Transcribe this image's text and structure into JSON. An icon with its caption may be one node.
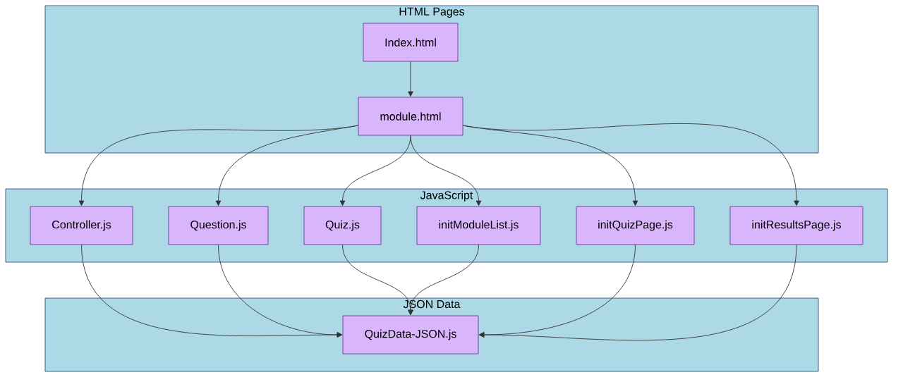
{
  "diagram": {
    "nodes": [
      {
        "text": [
          "HTML Pages"
        ]
      },
      {
        "text": [
          "Index.html"
        ],
        "in": 0
      },
      {
        "text": [
          "module.html"
        ],
        "in": 0
      },
      {
        "text": [
          "JavaScript"
        ]
      },
      {
        "text": [
          "Controller.js"
        ],
        "in": 3
      },
      {
        "text": [
          "Question.js"
        ],
        "in": 3
      },
      {
        "text": [
          "Quiz.js"
        ],
        "in": 3
      },
      {
        "text": [
          "initModuleList.js"
        ],
        "in": 3
      },
      {
        "text": [
          "initQuizPage.js"
        ],
        "in": 3
      },
      {
        "text": [
          "initResultsPage.js"
        ],
        "in": 3
      },
      {
        "text": [
          "JSON Data"
        ]
      },
      {
        "text": [
          "QuizData-JSON.js"
        ],
        "in": 10
      }
    ],
    "edges": [
      {
        "from": 1,
        "to": 2,
        "arrow": "to"
      },
      {
        "from": 2,
        "to": 4,
        "arrow": "to"
      },
      {
        "from": 2,
        "to": 5,
        "arrow": "to"
      },
      {
        "from": 2,
        "to": 6,
        "arrow": "to"
      },
      {
        "from": 2,
        "to": 7,
        "arrow": "to"
      },
      {
        "from": 2,
        "to": 8,
        "arrow": "to"
      },
      {
        "from": 2,
        "to": 9,
        "arrow": "to"
      },
      {
        "from": 4,
        "to": 11,
        "arrow": "to"
      },
      {
        "from": 5,
        "to": 11,
        "arrow": "to"
      },
      {
        "from": 6,
        "to": 11,
        "arrow": "to"
      },
      {
        "from": 7,
        "to": 11,
        "arrow": "to"
      },
      {
        "from": 8,
        "to": 11,
        "arrow": "to"
      },
      {
        "from": 9,
        "to": 11,
        "arrow": "to"
      }
    ]
  }
}
